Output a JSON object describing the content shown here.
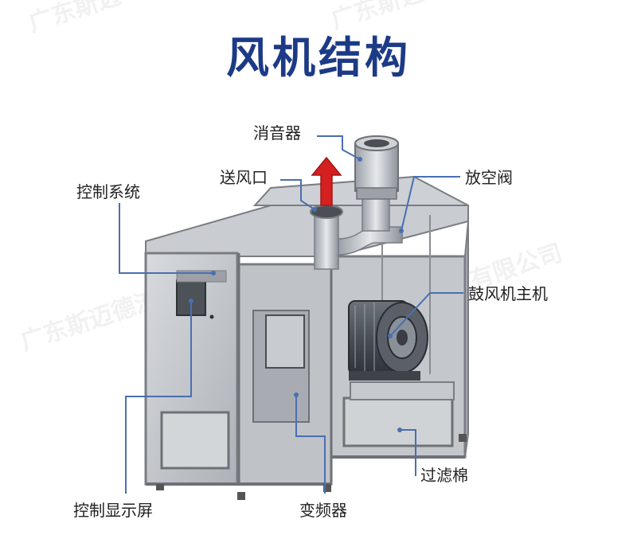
{
  "title": "风机结构",
  "colors": {
    "title": "#1c3a86",
    "leader": "#4a6fb0",
    "arrow": "#d42020",
    "frame": "#7a7d82",
    "panel": "#b9bcc1"
  },
  "labels": {
    "muffler": "消音器",
    "outlet": "送风口",
    "vent_valve": "放空阀",
    "control_system": "控制系统",
    "blower_main": "鼓风机主机",
    "filter_cotton": "过滤棉",
    "display": "控制显示屏",
    "inverter": "变频器"
  },
  "watermark": "广东斯迈德流体技术有限公司"
}
